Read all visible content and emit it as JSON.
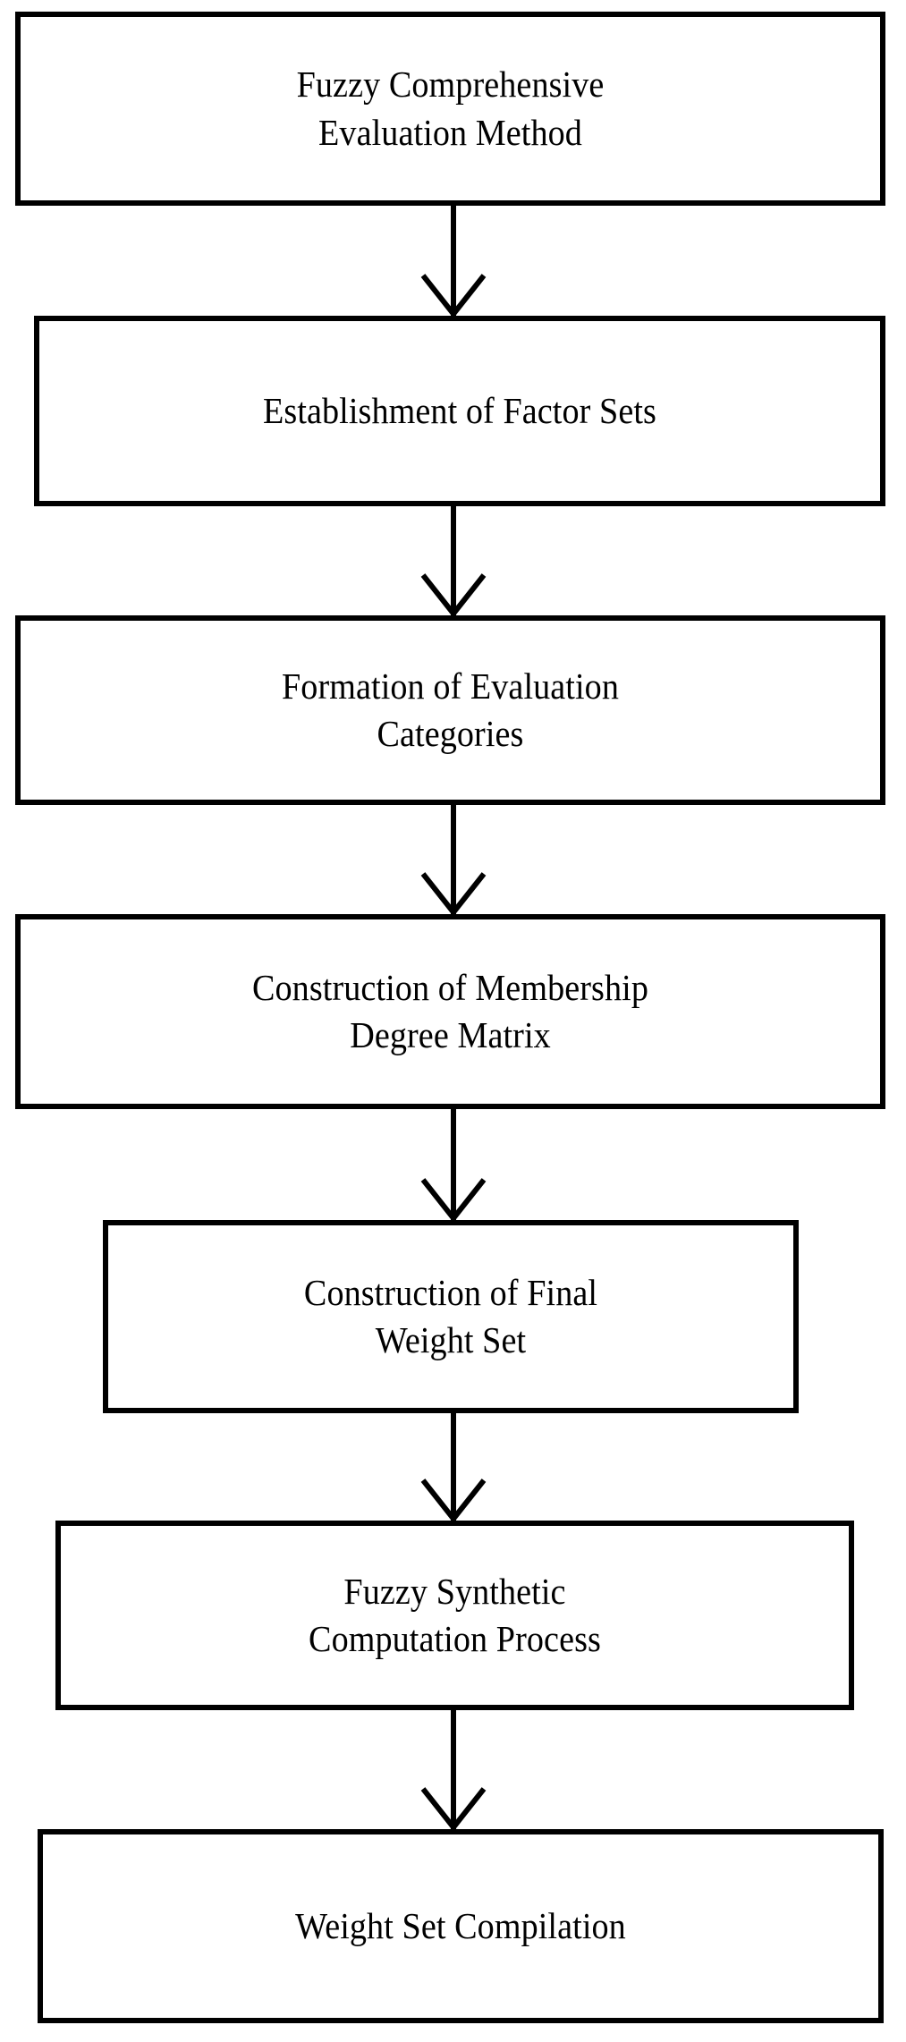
{
  "diagram": {
    "title": "Fuzzy Comprehensive Evaluation Method",
    "orientation": "top-to-bottom",
    "background_color": "#ffffff",
    "line_color": "#000000",
    "text_color": "#000000",
    "nodes": [
      {
        "id": "node-0",
        "label": "Fuzzy Comprehensive\nEvaluation Method",
        "shape": "rectangle"
      },
      {
        "id": "node-1",
        "label": "Establishment of Factor Sets",
        "shape": "rectangle"
      },
      {
        "id": "node-2",
        "label": "Formation of Evaluation\nCategories",
        "shape": "rectangle"
      },
      {
        "id": "node-3",
        "label": "Construction of Membership\nDegree Matrix",
        "shape": "rectangle"
      },
      {
        "id": "node-4",
        "label": "Construction of Final\nWeight Set",
        "shape": "rectangle"
      },
      {
        "id": "node-5",
        "label": "Fuzzy Synthetic\nComputation Process",
        "shape": "rectangle"
      },
      {
        "id": "node-6",
        "label": "Weight Set Compilation",
        "shape": "rectangle"
      }
    ],
    "edges": [
      {
        "from": "node-0",
        "to": "node-1",
        "label": "",
        "arrow": "down-arrow"
      },
      {
        "from": "node-1",
        "to": "node-2",
        "label": "",
        "arrow": "down-arrow"
      },
      {
        "from": "node-2",
        "to": "node-3",
        "label": "",
        "arrow": "down-arrow"
      },
      {
        "from": "node-3",
        "to": "node-4",
        "label": "",
        "arrow": "down-arrow"
      },
      {
        "from": "node-4",
        "to": "node-5",
        "label": "",
        "arrow": "down-arrow"
      },
      {
        "from": "node-5",
        "to": "node-6",
        "label": "",
        "arrow": "down-arrow"
      }
    ]
  }
}
